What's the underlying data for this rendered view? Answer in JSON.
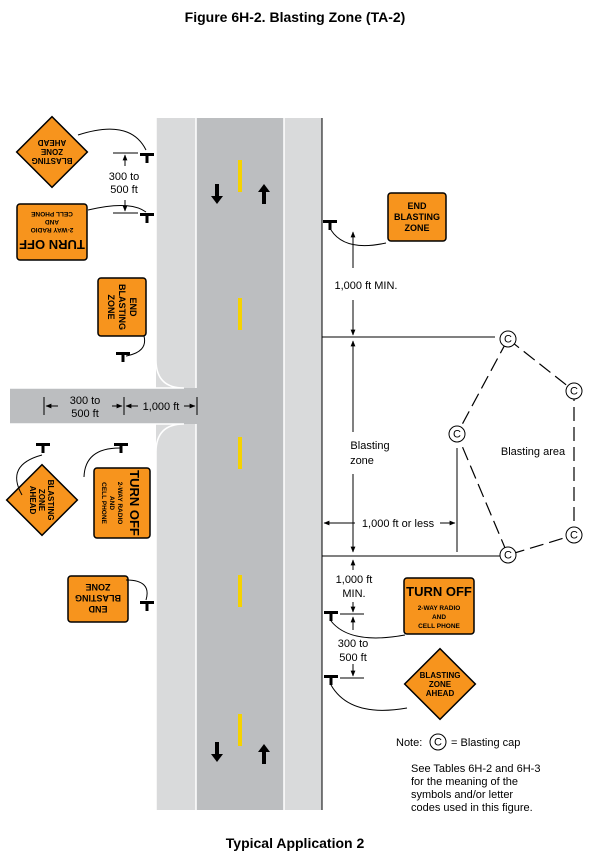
{
  "figure_title": "Figure 6H-2.  Blasting Zone (TA-2)",
  "bottom_title": "Typical Application 2",
  "signs": {
    "blasting_zone_ahead": [
      "BLASTING",
      "ZONE",
      "AHEAD"
    ],
    "turn_off": [
      "TURN OFF",
      "2-WAY RADIO",
      "AND",
      "CELL PHONE"
    ],
    "end_blasting_zone": [
      "END",
      "BLASTING",
      "ZONE"
    ]
  },
  "labels": {
    "spacing_top_a": "300 to",
    "spacing_top_b": "500 ft",
    "min_1000": "1,000 ft MIN.",
    "side_300_a": "300 to",
    "side_300_b": "500 ft",
    "side_1000": "1,000 ft",
    "blasting_zone_a": "Blasting",
    "blasting_zone_b": "zone",
    "blasting_area": "Blasting area",
    "less_1000": "1,000 ft or less",
    "min_bottom_a": "1,000 ft",
    "min_bottom_b": "MIN.",
    "spacing_bottom_a": "300 to",
    "spacing_bottom_b": "500 ft"
  },
  "cap_symbol": "C",
  "note": {
    "prefix": "Note:",
    "suffix": "= Blasting cap",
    "lines": [
      "See Tables 6H-2 and 6H-3",
      "for the meaning of the",
      "symbols and/or letter",
      "codes used in this figure."
    ]
  },
  "colors": {
    "sign_orange": "#f7941d",
    "road_gray": "#bcbec0",
    "shoulder_gray": "#d9dadb",
    "center_yellow": "#f5d200"
  }
}
